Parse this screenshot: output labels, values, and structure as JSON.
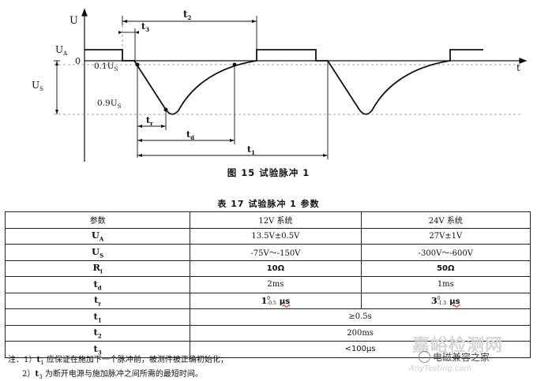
{
  "diagram": {
    "axis_u": "U",
    "axis_t": "t",
    "label_ua_main": "U",
    "label_ua_sub": "A",
    "label_zero": "0",
    "label_us_main": "U",
    "label_us_sub": "S",
    "label_01us": "0.1U",
    "label_01us_sub": "S",
    "label_09us": "0.9U",
    "label_09us_sub": "S",
    "label_t1": "t",
    "label_t1_sub": "1",
    "label_t2": "t",
    "label_t2_sub": "2",
    "label_t3": "t",
    "label_t3_sub": "3",
    "label_tr": "t",
    "label_tr_sub": "r",
    "label_td": "t",
    "label_td_sub": "d"
  },
  "figure_caption": "图 15 试验脉冲 1",
  "table_title": "表 17 试验脉冲 1 参数",
  "table": {
    "header": {
      "param": "参数",
      "v12": "12V 系统",
      "v24": "24V 系统"
    },
    "rows": [
      {
        "sym": "U",
        "sub": "A",
        "v12": "13.5V±0.5V",
        "v24": "27V±1V"
      },
      {
        "sym": "U",
        "sub": "S",
        "v12": "-75V～-150V",
        "v24": "-300V～-600V"
      },
      {
        "sym": "R",
        "sub": "i",
        "v12": "10Ω",
        "v24": "50Ω"
      },
      {
        "sym": "t",
        "sub": "d",
        "v12": "2ms",
        "v24": "1ms"
      },
      {
        "sym": "t",
        "sub": "r",
        "v12_main": "1",
        "v12_sup": "0",
        "v12_sub": "-0.5",
        "v12_unit": "μs",
        "v24_main": "3",
        "v24_sup": "0",
        "v24_sub": "-1.5",
        "v24_unit": "μs"
      },
      {
        "sym": "t",
        "sub": "1",
        "span": "≥0.5s"
      },
      {
        "sym": "t",
        "sub": "2",
        "span": "200ms"
      },
      {
        "sym": "t",
        "sub": "3",
        "span": "<100μs"
      }
    ]
  },
  "notes": {
    "n1_prefix": "注：1）",
    "n1_sym": "t",
    "n1_sub": "1",
    "n1_text": " 应保证在施加下一个脉冲前，被测件被正确初始化；",
    "n2_prefix": "2）",
    "n2_sym": "t",
    "n2_sub": "3",
    "n2_text": " 为断开电源与施加脉冲之间所需的最短时间。"
  },
  "watermark": {
    "line1": "嘉峪检测网",
    "line2": "AnyTesting.com",
    "line3": "电磁兼容之家"
  },
  "colors": {
    "line": "#111111",
    "dash": "#888888",
    "table_border": "#222222"
  }
}
